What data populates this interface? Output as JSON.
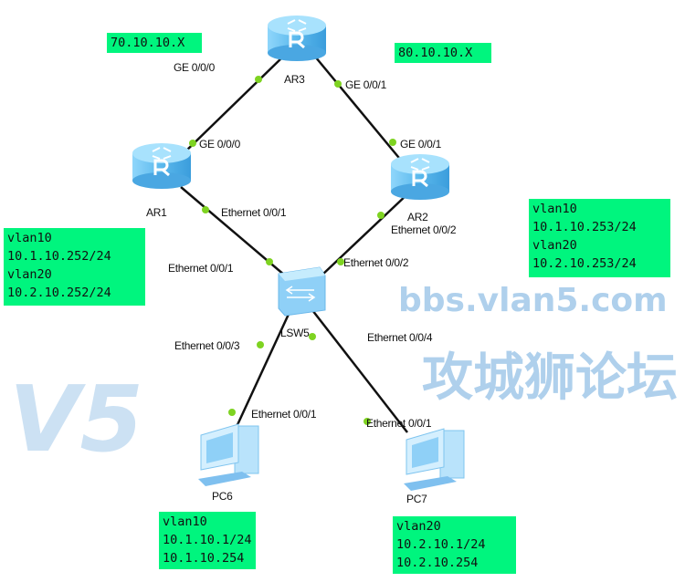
{
  "watermark": {
    "v5": "V5",
    "cn": "攻城狮论坛",
    "url": "bbs.vlan5.com"
  },
  "nodes": {
    "ar3": "AR3",
    "ar1": "AR1",
    "ar2": "AR2",
    "lsw5": "LSW5",
    "pc6": "PC6",
    "pc7": "PC7"
  },
  "ports": {
    "ar3_ge000": "GE 0/0/0",
    "ar3_ge001": "GE 0/0/1",
    "ar1_ge000": "GE 0/0/0",
    "ar2_ge001": "GE 0/0/1",
    "ar1_eth001": "Ethernet 0/0/1",
    "ar2_eth002": "Ethernet 0/0/2",
    "lsw_eth001": "Ethernet 0/0/1",
    "lsw_eth002": "Ethernet 0/0/2",
    "lsw_eth003": "Ethernet 0/0/3",
    "lsw_eth004": "Ethernet 0/0/4",
    "pc6_eth001": "Ethernet 0/0/1",
    "pc7_eth001": "Ethernet 0/0/1"
  },
  "notes": {
    "net70": [
      "70.10.10.X"
    ],
    "net80": [
      "80.10.10.X"
    ],
    "ar1": [
      "vlan10",
      "10.1.10.252/24",
      "vlan20",
      "10.2.10.252/24"
    ],
    "ar2": [
      "vlan10",
      "10.1.10.253/24",
      "vlan20",
      "10.2.10.253/24"
    ],
    "pc6": [
      "vlan10",
      "10.1.10.1/24",
      "10.1.10.254"
    ],
    "pc7": [
      "vlan20",
      "10.2.10.1/24",
      "10.2.10.254"
    ]
  },
  "colors": {
    "note_bg": "#00f57e",
    "port_dot": "#7ed321",
    "router": "#5ab8ec"
  }
}
